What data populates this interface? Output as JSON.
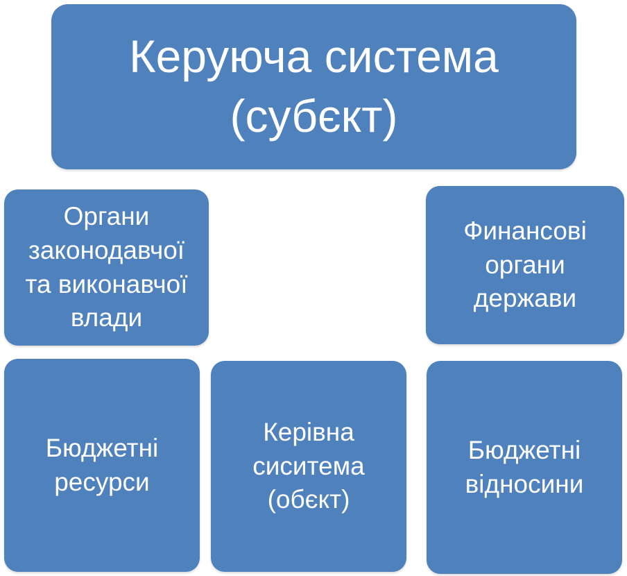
{
  "boxes": {
    "control_system": "Керуюча система\n(субєкт)",
    "legislative_bodies": "Органи\nзаконодавчої\nта виконавчої\nвлади",
    "financial_bodies": "Финансові\nоргани\nдержави",
    "budget_resources": "Бюджетні\nресурси",
    "managed_system": "Керівна\nсиситема\n(обєкт)",
    "budget_relations": "Бюджетні\nвідносини"
  },
  "colors": {
    "box_fill": "#4f81bd",
    "text": "#ffffff",
    "background": "#ffffff"
  }
}
